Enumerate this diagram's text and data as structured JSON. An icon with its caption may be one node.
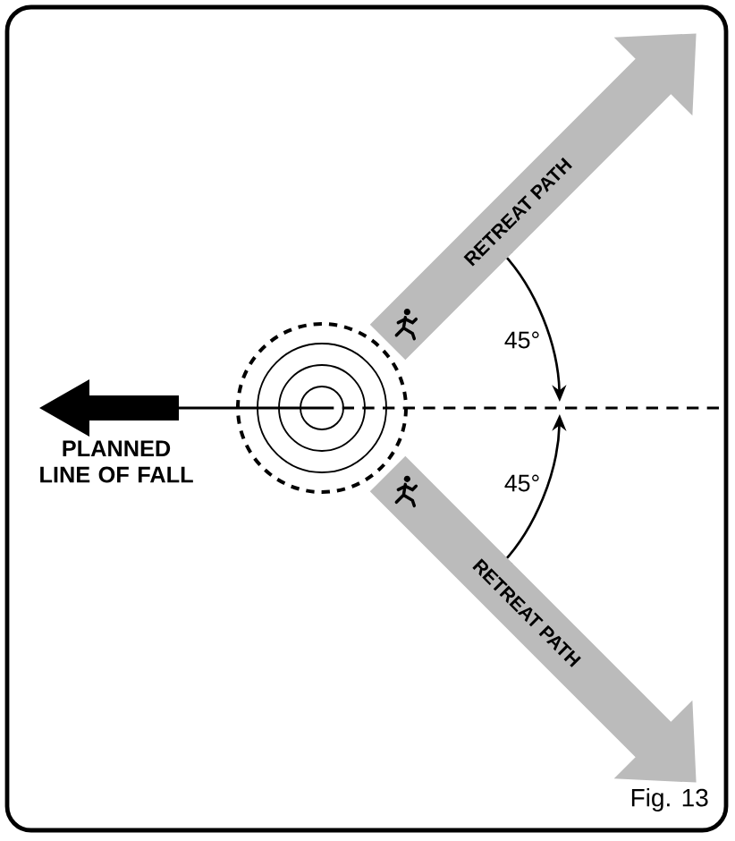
{
  "diagram": {
    "caption": "Fig. 13",
    "nodes": [
      {
        "text": [
          "RETREAT PATH"
        ]
      },
      {
        "text": [
          "RETREAT PATH"
        ]
      }
    ],
    "labels": [
      "PLANNED LINE OF FALL",
      "45°",
      "45°"
    ]
  }
}
